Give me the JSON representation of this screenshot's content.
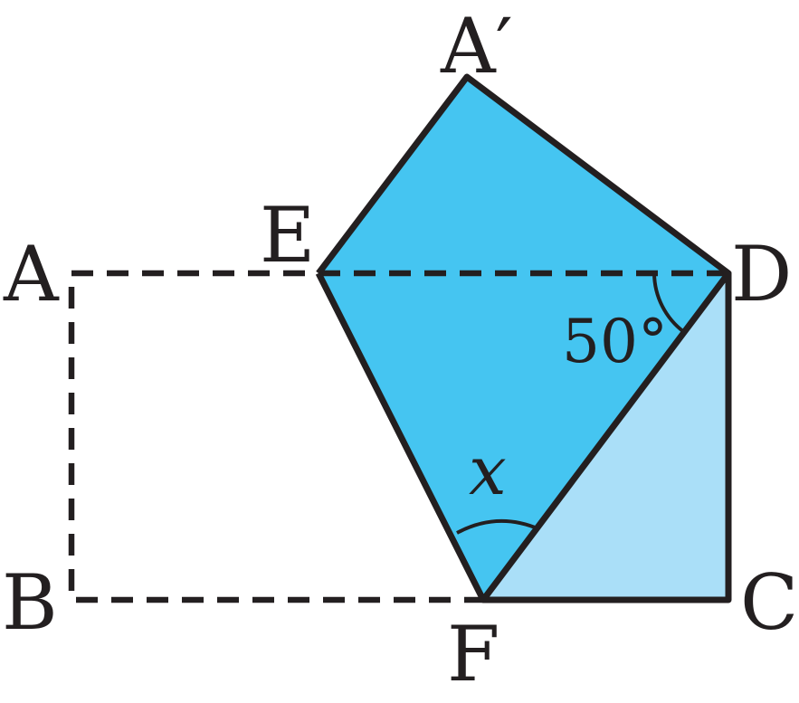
{
  "figure": {
    "colors": {
      "stroke": "#231f20",
      "folded_fill": "#45c5f1",
      "triangle_fill": "#aadff8",
      "background": "#ffffff"
    },
    "points": {
      "A": "A",
      "A_prime": "A′",
      "B": "B",
      "C": "C",
      "D": "D",
      "E": "E",
      "F": "F"
    },
    "angles": {
      "given": "50°",
      "unknown": "x"
    }
  }
}
